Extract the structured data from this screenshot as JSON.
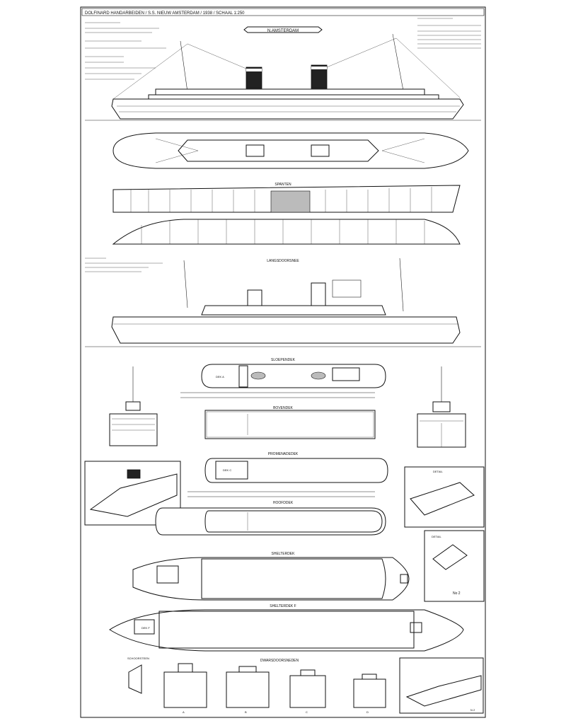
{
  "sheet": {
    "header": "DOLFINARD HANDARBEIDEN / S.S. NIEUW AMSTERDAM / 1938 / SCHAAL 1:250",
    "ship_name_banner": "N.AMSTERDAM"
  },
  "panels": {
    "frames_title": "SPANTEN",
    "cross_section_title": "LANGSDOORSNEE",
    "deck_a_title": "SLOEPENDEK",
    "deck_a_label": "DEK A",
    "deck_b_title": "BOVENDEK",
    "deck_c_title": "PROMENADEDEK",
    "deck_c_label": "DEK C",
    "deck_d_title": "HOOFDDEK",
    "deck_e_title": "SHELTERDEK",
    "deck_f_title": "SHELTERDEK F",
    "deck_f_label": "DEK F",
    "sections_title": "DWARSDOORSNEDEN",
    "funnel_detail_title": "SCHOORSTEEN",
    "detail_top_title": "DETAIL",
    "detail_bottom_title": "DETAIL",
    "section_label_1": "A",
    "section_label_2": "B",
    "section_label_3": "C",
    "section_label_4": "D",
    "plate_number": "No 2",
    "sheet_code": "N 2"
  }
}
